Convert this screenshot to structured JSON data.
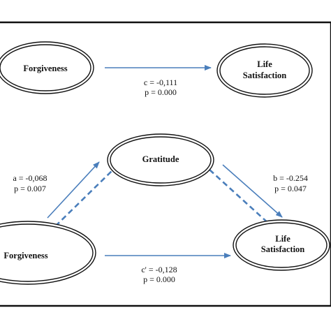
{
  "diagram": {
    "colors": {
      "frame": "#111111",
      "ellipse_stroke": "#111111",
      "arrow": "#4a7ebb",
      "text": "#111111",
      "background": "#ffffff"
    },
    "panel_a": {
      "forgiveness": "Forgiveness",
      "life_satisfaction_line1": "Life",
      "life_satisfaction_line2": "Satisfaction",
      "c_value": "c = -0,111",
      "c_p": "p = 0.000"
    },
    "panel_b": {
      "gratitude": "Gratitude",
      "forgiveness": "Forgiveness",
      "life_satisfaction_line1": "Life",
      "life_satisfaction_line2": "Satisfaction",
      "a_value": "a = -0,068",
      "a_p": "p = 0.007",
      "b_value": "b = -0.254",
      "b_p": "p = 0.047",
      "cprime_value": "c' = -0,128",
      "cprime_p": "p = 0.000"
    }
  }
}
